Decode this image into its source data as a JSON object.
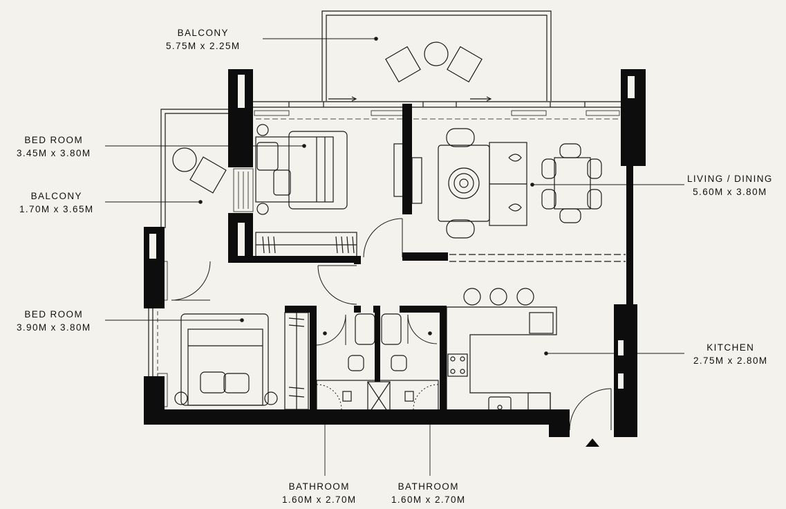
{
  "rooms": {
    "balcony_top": {
      "name": "BALCONY",
      "dims": "5.75M x 2.25M"
    },
    "bedroom_1": {
      "name": "BED ROOM",
      "dims": "3.45M x 3.80M"
    },
    "balcony_left": {
      "name": "BALCONY",
      "dims": "1.70M x 3.65M"
    },
    "bedroom_2": {
      "name": "BED ROOM",
      "dims": "3.90M x 3.80M"
    },
    "living_dining": {
      "name": "LIVING / DINING",
      "dims": "5.60M x 3.80M"
    },
    "kitchen": {
      "name": "KITCHEN",
      "dims": "2.75M x 2.80M"
    },
    "bathroom_1": {
      "name": "BATHROOM",
      "dims": "1.60M x 2.70M"
    },
    "bathroom_2": {
      "name": "BATHROOM",
      "dims": "1.60M x 2.70M"
    }
  },
  "colors": {
    "background": "#f3f2ec",
    "wall": "#0d0d0d",
    "line": "#1a1a1a"
  }
}
